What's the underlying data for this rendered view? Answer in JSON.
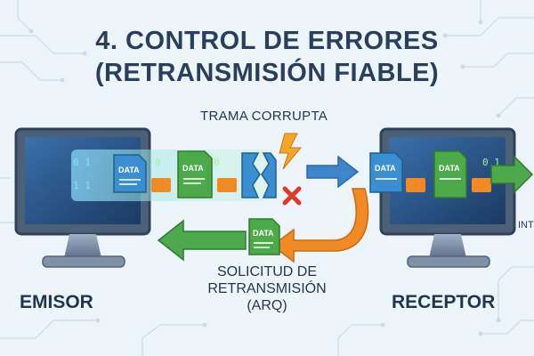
{
  "title": {
    "line1": "4. CONTROL DE ERRORES",
    "line2": "(RETRANSMISIÓN FIABLE)"
  },
  "labels": {
    "corrupt_frame": "TRAMA CORRUPTA",
    "retransmission_line1": "SOLICITUD DE",
    "retransmission_line2": "RETRANSMISIÓN",
    "retransmission_line3": "(ARQ)",
    "sender": "EMISOR",
    "receiver": "RECEPTOR",
    "clipped_right": "INT"
  },
  "frames": {
    "data_label": "DATA",
    "bits_a": "0 1",
    "bits_b": "1 1",
    "bits_c": "0"
  },
  "icons": {
    "corrupt": "lightning-icon",
    "error": "cross-icon",
    "monitor": "monitor-icon"
  },
  "colors": {
    "title": "#2a3f5c",
    "data_blue": "#3b8fd0",
    "data_green": "#4caa4a",
    "ack_orange": "#f08a24",
    "error_red": "#d93a2b",
    "nack_arrow_green": "#4ea84c",
    "forward_arrow_blue": "#3e86c9"
  }
}
